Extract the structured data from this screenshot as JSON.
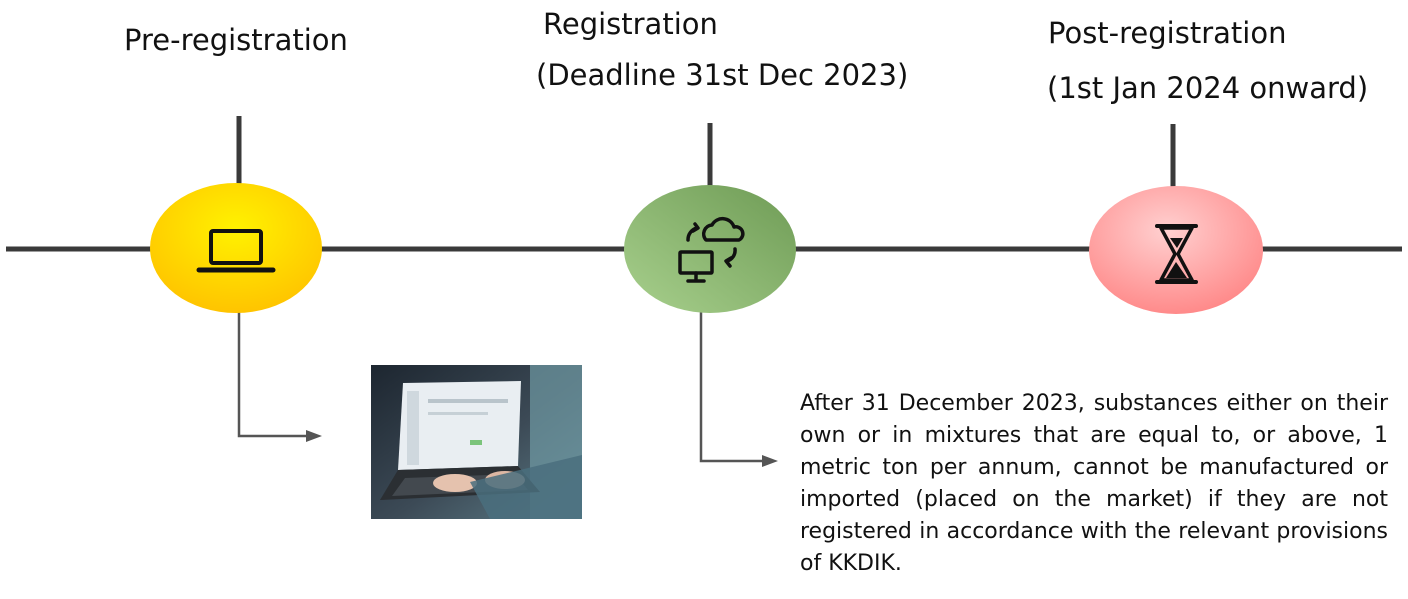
{
  "stages": [
    {
      "title": "Pre-registration",
      "subtitle": "",
      "icon": "laptop-icon",
      "color": "#FFD400"
    },
    {
      "title": "Registration",
      "subtitle": "(Deadline 31st Dec 2023)",
      "icon": "cloud-sync-icon",
      "color": "#86B56A"
    },
    {
      "title": "Post-registration",
      "subtitle": "(1st Jan 2024 onward)",
      "icon": "hourglass-icon",
      "color": "#FF9A9A"
    }
  ],
  "photo": {
    "icon": "person-typing-on-laptop-photo"
  },
  "note": "After 31 December 2023, substances either on their own or in mixtures that are equal to, or above, 1 metric ton per annum, cannot be manufactured or imported (placed on the market) if they are not registered in accordance with the relevant provisions of KKDIK."
}
